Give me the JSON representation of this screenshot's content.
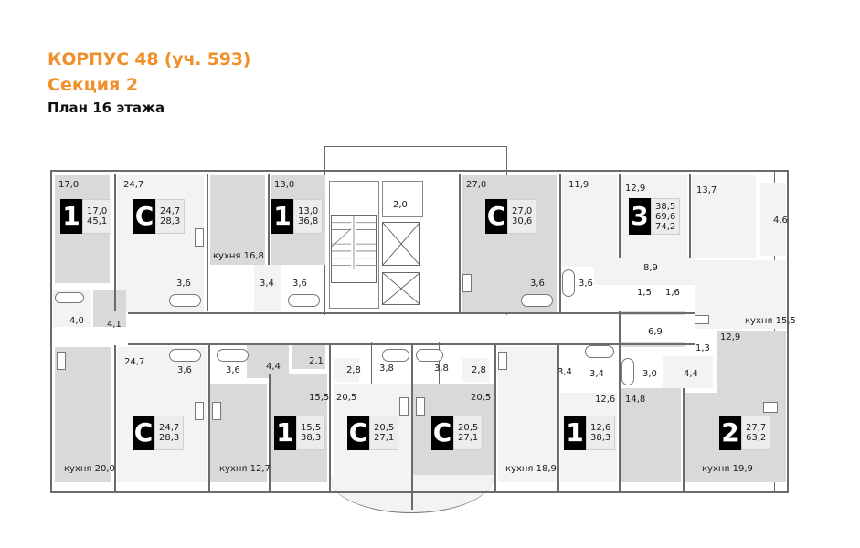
{
  "header": {
    "building": "КОРПУС 48 (уч. 593)",
    "section": "Секция 2",
    "floor_plan": "План 16 этажа"
  },
  "colors": {
    "title_accent": "#f0902a",
    "room_dark": "#d9d9d9",
    "room_light": "#f3f3f3",
    "badge_bg": "#000000",
    "badge_text": "#ffffff"
  },
  "apartments": [
    {
      "id": "top-1a",
      "rooms_label": "1",
      "values": [
        "17,0",
        "45,1"
      ],
      "room_area": "17,0"
    },
    {
      "id": "top-studio-a",
      "rooms_label": "C",
      "values": [
        "24,7",
        "28,3"
      ],
      "room_area": "24,7"
    },
    {
      "id": "top-1b",
      "rooms_label": "1",
      "values": [
        "13,0",
        "36,8"
      ],
      "room_area": "13,0"
    },
    {
      "id": "top-studio-b",
      "rooms_label": "C",
      "values": [
        "27,0",
        "30,6"
      ],
      "room_area": "27,0"
    },
    {
      "id": "top-3",
      "rooms_label": "3",
      "values": [
        "38,5",
        "69,6",
        "74,2"
      ],
      "room_area": "12,9"
    },
    {
      "id": "bot-studio-a",
      "rooms_label": "C",
      "values": [
        "24,7",
        "28,3"
      ],
      "room_area": "24,7"
    },
    {
      "id": "bot-1a",
      "rooms_label": "1",
      "values": [
        "15,5",
        "38,3"
      ],
      "room_area": "15,5"
    },
    {
      "id": "bot-studio-b",
      "rooms_label": "C",
      "values": [
        "20,5",
        "27,1"
      ],
      "room_area": "20,5"
    },
    {
      "id": "bot-studio-c",
      "rooms_label": "C",
      "values": [
        "20,5",
        "27,1"
      ],
      "room_area": "20,5"
    },
    {
      "id": "bot-1b",
      "rooms_label": "1",
      "values": [
        "12,6",
        "38,3"
      ],
      "room_area": "12,6"
    },
    {
      "id": "bot-2",
      "rooms_label": "2",
      "values": [
        "27,7",
        "63,2"
      ],
      "room_area": "12,9"
    }
  ],
  "room_labels": {
    "r_17_0": "17,0",
    "r_24_7_top": "24,7",
    "r_13_0": "13,0",
    "r_kitchen_16_8": "кухня 16,8",
    "r_3_6_a": "3,6",
    "r_3_4_a": "3,4",
    "r_3_6_b": "3,6",
    "r_2_0": "2,0",
    "r_27_0": "27,0",
    "r_11_9": "11,9",
    "r_12_9_top": "12,9",
    "r_13_7": "13,7",
    "r_4_6": "4,6",
    "r_3_6_c": "3,6",
    "r_3_6_d": "3,6",
    "r_8_9": "8,9",
    "r_1_5": "1,5",
    "r_1_6": "1,6",
    "r_kitchen_15_5": "кухня 15,5",
    "r_4_0": "4,0",
    "r_4_1": "4,1",
    "r_24_7_bot": "24,7",
    "r_3_6_e": "3,6",
    "r_3_6_f": "3,6",
    "r_4_4_a": "4,4",
    "r_2_1": "2,1",
    "r_15_5": "15,5",
    "r_2_8_a": "2,8",
    "r_3_8_a": "3,8",
    "r_3_8_b": "3,8",
    "r_2_8_b": "2,8",
    "r_20_5_a": "20,5",
    "r_20_5_b": "20,5",
    "r_3_4_b": "3,4",
    "r_3_4_c": "3,4",
    "r_12_6": "12,6",
    "r_6_9": "6,9",
    "r_1_3": "1,3",
    "r_12_9_bot": "12,9",
    "r_3_0": "3,0",
    "r_4_4_b": "4,4",
    "r_14_8": "14,8",
    "r_kitchen_20_0": "кухня 20,0",
    "r_kitchen_12_7": "кухня 12,7",
    "r_kitchen_18_9": "кухня 18,9",
    "r_kitchen_19_9": "кухня 19,9"
  }
}
